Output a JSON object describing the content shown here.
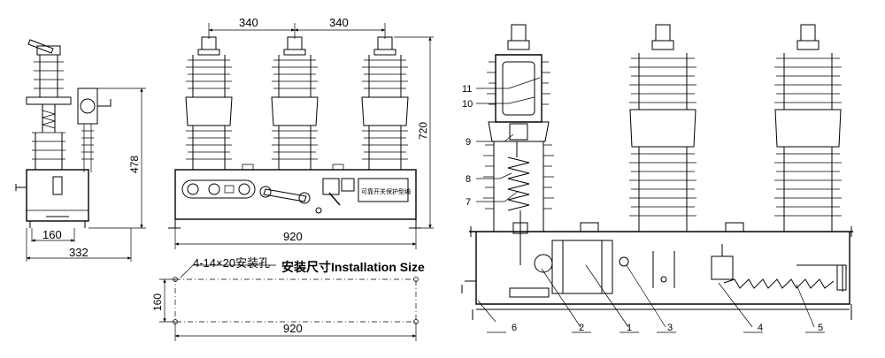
{
  "side_view": {
    "dim_height": "478",
    "dim_base": "160",
    "dim_depth": "332"
  },
  "front_view": {
    "dim_spacing_left": "340",
    "dim_spacing_right": "340",
    "dim_height": "720",
    "dim_width": "920",
    "nameplate": "可靠开关保护型编"
  },
  "installation": {
    "hole_label": "4-14×20安装孔",
    "title": "安装尺寸Installation Size",
    "dim_height": "160",
    "dim_width": "920"
  },
  "section_view": {
    "callouts": [
      "1",
      "2",
      "3",
      "4",
      "5",
      "6",
      "7",
      "8",
      "9",
      "10",
      "11"
    ]
  }
}
